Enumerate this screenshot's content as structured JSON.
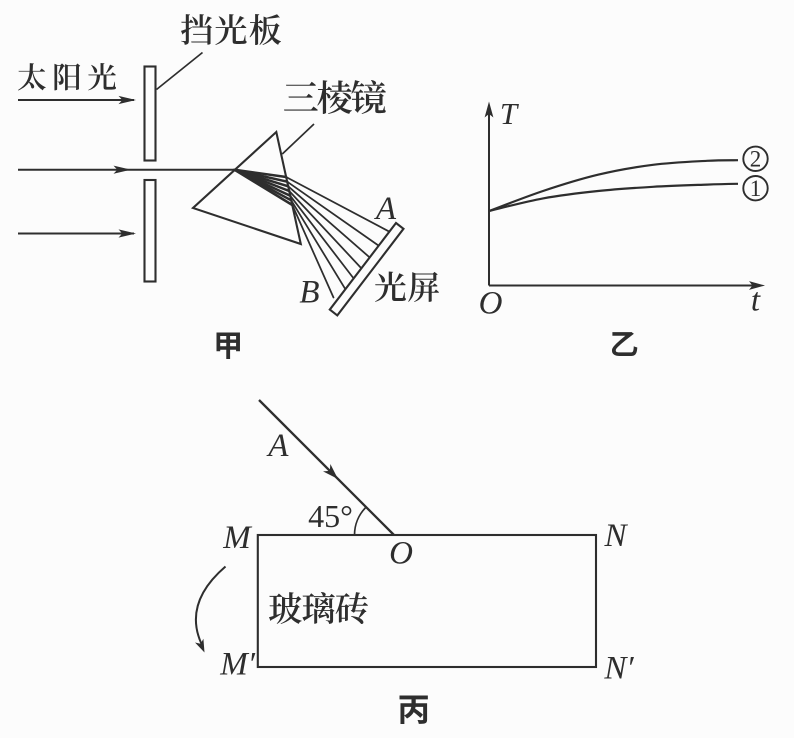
{
  "figure_jia": {
    "caption": "甲",
    "sunlight_label": "太阳光",
    "barrier_label": "挡光板",
    "prism_label": "三棱镜",
    "screen_label": "光屏",
    "point_a": "A",
    "point_b": "B"
  },
  "figure_yi": {
    "caption": "乙",
    "y_axis_label": "T",
    "x_axis_label": "t",
    "origin_label": "O",
    "curve2_digit": "2",
    "curve1_digit": "1"
  },
  "figure_bing": {
    "caption": "丙",
    "ray_label": "A",
    "angle_value": "45°",
    "incidence_point": "O",
    "corner_tl": "M",
    "corner_tr": "N",
    "corner_bl": "M′",
    "corner_br": "N′",
    "glass_label": "玻璃砖"
  },
  "colors": {
    "ink": "#2e2e2e",
    "background": "#fcfcfc"
  }
}
